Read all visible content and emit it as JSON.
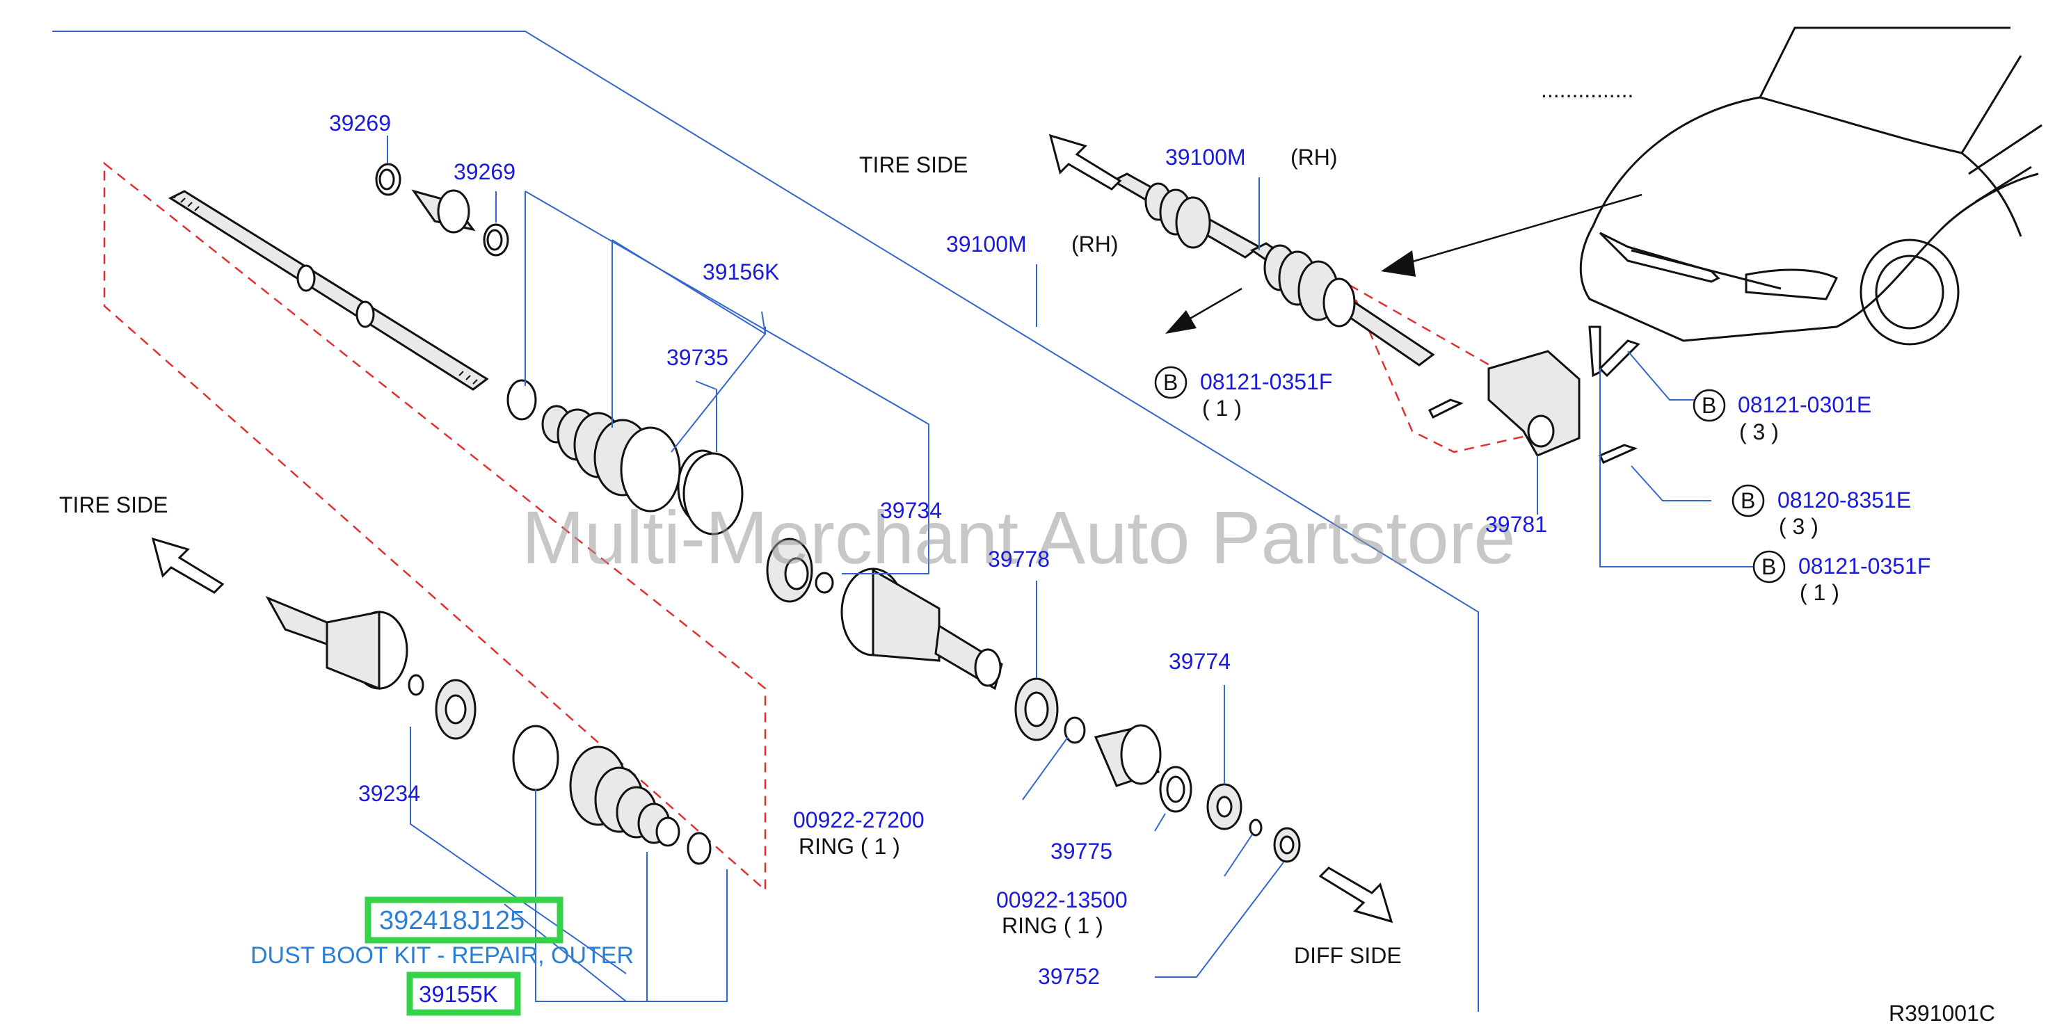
{
  "watermark": "Multi-Merchant Auto Partstore",
  "diagram_code": "R391001C",
  "dots": "...............",
  "side_labels": {
    "tire_side_top": "TIRE  SIDE",
    "tire_side_left": "TIRE  SIDE",
    "diff_side": "DIFF  SIDE"
  },
  "parts": {
    "p39269a": "39269",
    "p39269b": "39269",
    "p39156K": "39156K",
    "p39735": "39735",
    "p39734": "39734",
    "p39778": "39778",
    "p39774": "39774",
    "p39775": "39775",
    "p39752": "39752",
    "p39234": "39234",
    "p39781": "39781",
    "p39100M_a": "39100M",
    "rh_a": "(RH)",
    "p39100M_b": "39100M",
    "rh_b": "(RH)",
    "p00922_27200": "00922-27200",
    "ring_27200": "RING   ( 1 )",
    "p00922_13500": "00922-13500",
    "ring_13500": "RING   ( 1 )"
  },
  "bolts": {
    "b1_code": "08121-0351F",
    "b1_qty": "( 1  )",
    "b2_code": "08121-0301E",
    "b2_qty": "( 3  )",
    "b3_code": "08120-8351E",
    "b3_qty": "( 3  )",
    "b4_code": "08121-0351F",
    "b4_qty": "( 1  )",
    "badge": "B"
  },
  "highlights": {
    "kit_part_number": "392418J125",
    "kit_description": "DUST BOOT KIT - REPAIR, OUTER",
    "boot_part_number": "39155K"
  }
}
